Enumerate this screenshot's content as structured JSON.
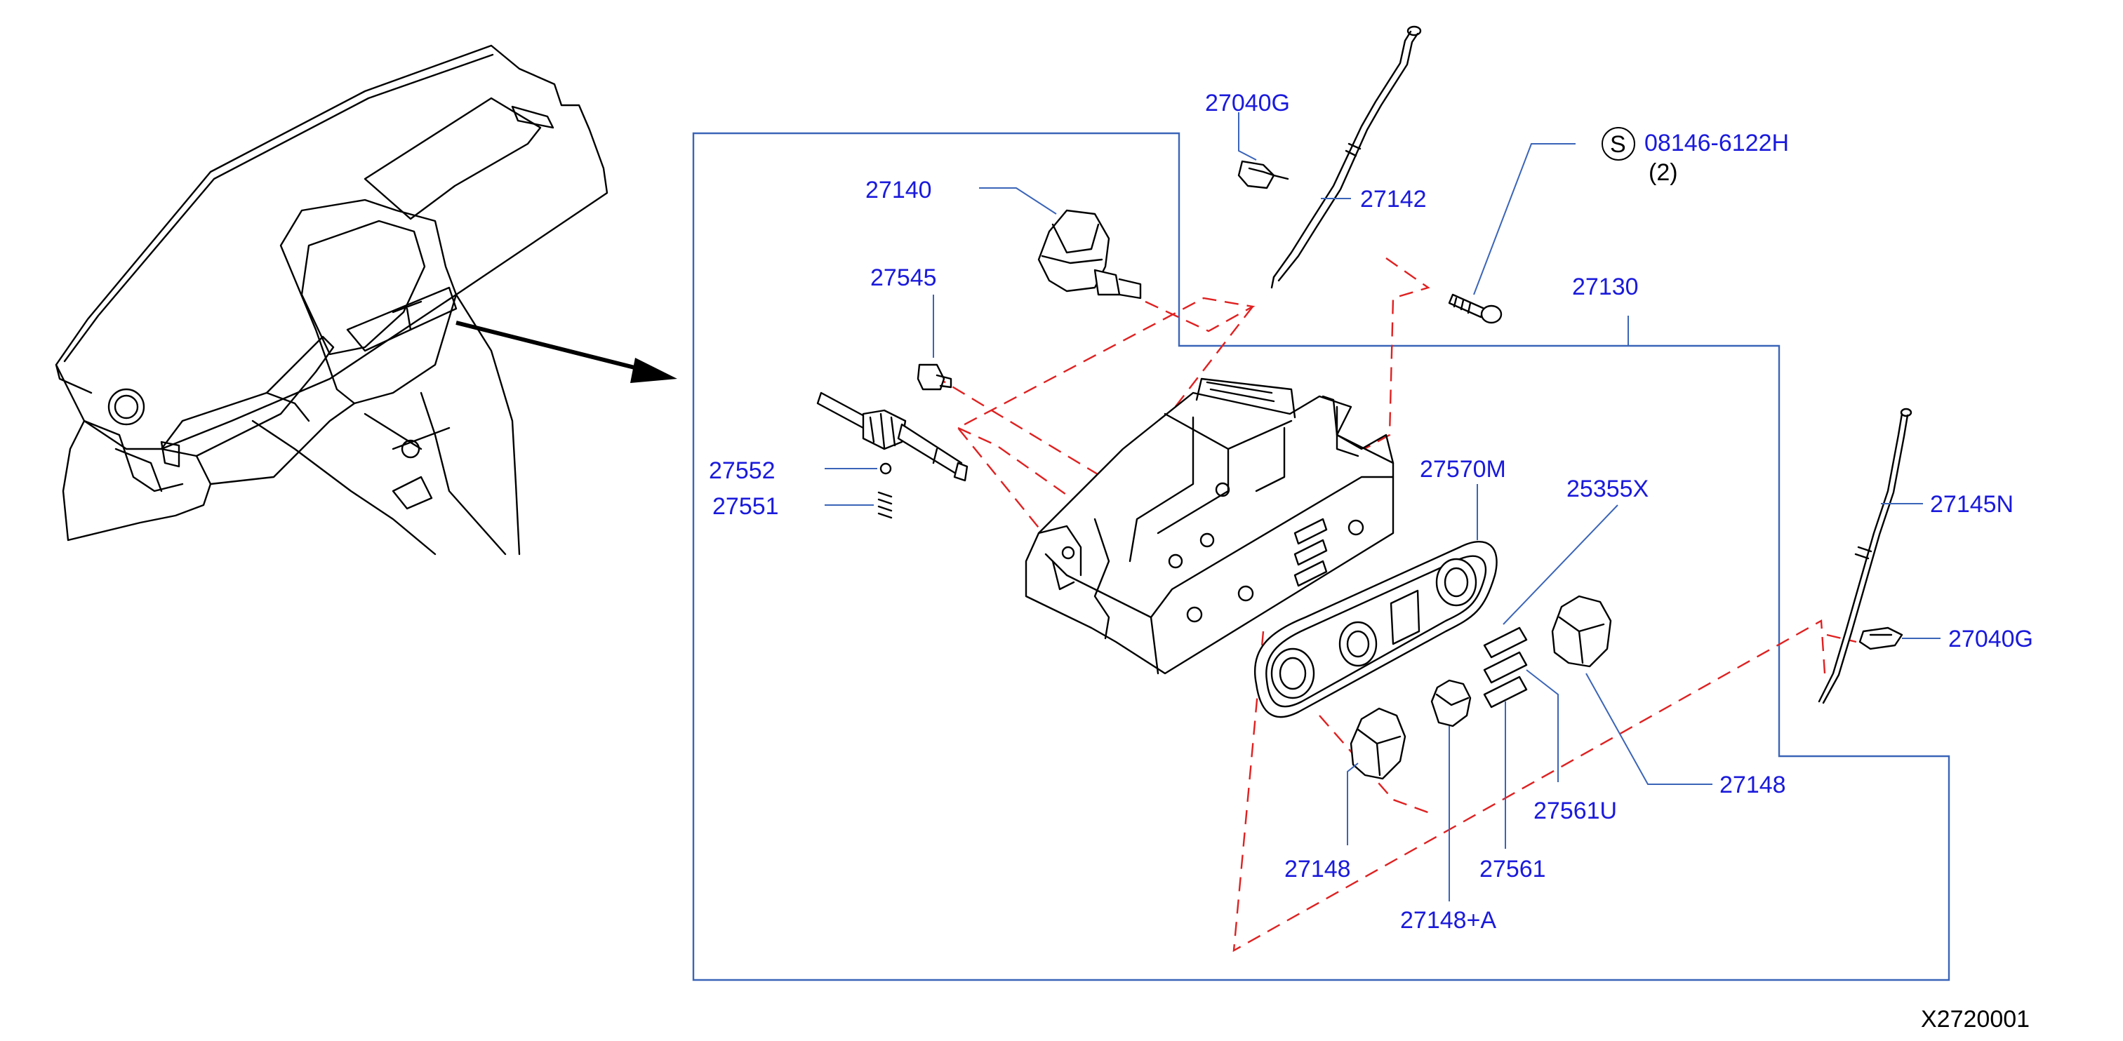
{
  "diagram": {
    "drawing_code": "X2720001",
    "colors": {
      "label": "#1a1adc",
      "leader": "#3a64b8",
      "assembly_border": "#3a64b8",
      "dashed_guide": "#e02020",
      "drawing": "#000000"
    },
    "labels": {
      "p27040g_top": "27040G",
      "p27142": "27142",
      "p08146": "08146-6122H",
      "p08146_qty": "(2)",
      "s_symbol": "S",
      "p27140": "27140",
      "p27545": "27545",
      "p27130": "27130",
      "p27552": "27552",
      "p27551": "27551",
      "p27570m": "27570M",
      "p25355x": "25355X",
      "p27145n": "27145N",
      "p27040g_right": "27040G",
      "p27148_right": "27148",
      "p27561u": "27561U",
      "p27148_left": "27148",
      "p27561": "27561",
      "p27148a": "27148+A"
    }
  }
}
